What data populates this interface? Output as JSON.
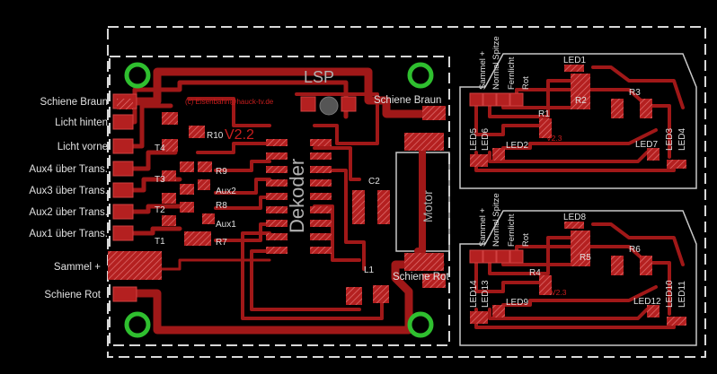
{
  "board": {
    "main_labels": {
      "l1": "Schiene Braun",
      "l2": "Licht hinten",
      "l3": "Licht vorne",
      "l4": "Aux4 über Trans.",
      "l5": "Aux3 über Trans.",
      "l6": "Aux2 über Trans.",
      "l7": "Aux1 über Trans.",
      "l8": "Sammel +",
      "l9": "Schiene Rot"
    },
    "copyright": "(c) Eisenbahn@hauck-tv.de",
    "lsp": "LSP",
    "version": "V2.2",
    "decoder": "Dekoder",
    "motor": "Motor",
    "right_rail_top": "Schiene Braun",
    "right_rail_bottom": "Schiene Rot",
    "parts": {
      "r10": "R10",
      "t4": "T4",
      "t3": "T3",
      "t2": "T2",
      "t1": "T1",
      "r9": "R9",
      "aux2": "Aux2",
      "r8": "R8",
      "aux1": "Aux1",
      "r7": "R7",
      "c2": "C2",
      "l1": "L1"
    }
  },
  "led_board_top": {
    "sammel": "Sammel +",
    "normal": "Normal Spitze",
    "fernlicht": "Fernlicht",
    "rot": "Rot",
    "led1": "LED1",
    "led2": "LED2",
    "led3": "LED3",
    "led4": "LED4",
    "led5": "LED5",
    "led6": "LED6",
    "led7": "LED7",
    "r1": "R1",
    "r2": "R2",
    "r3": "R3",
    "version": "V2.3"
  },
  "led_board_bottom": {
    "sammel": "Sammel +",
    "normal": "Normal Spitze",
    "fernlicht": "Fernlicht",
    "rot": "Rot",
    "led8": "LED8",
    "led9": "LED9",
    "led10": "LED10",
    "led11": "LED11",
    "led12": "LED12",
    "led13": "LED13",
    "led14": "LED14",
    "r4": "R4",
    "r5": "R5",
    "r6": "R6",
    "version": "V2.3"
  },
  "colors": {
    "background": "#000000",
    "copper": "#a01818",
    "pad": "#b42020",
    "drill_ring": "#2fbf2f",
    "silkscreen": "#e0e0e0"
  }
}
